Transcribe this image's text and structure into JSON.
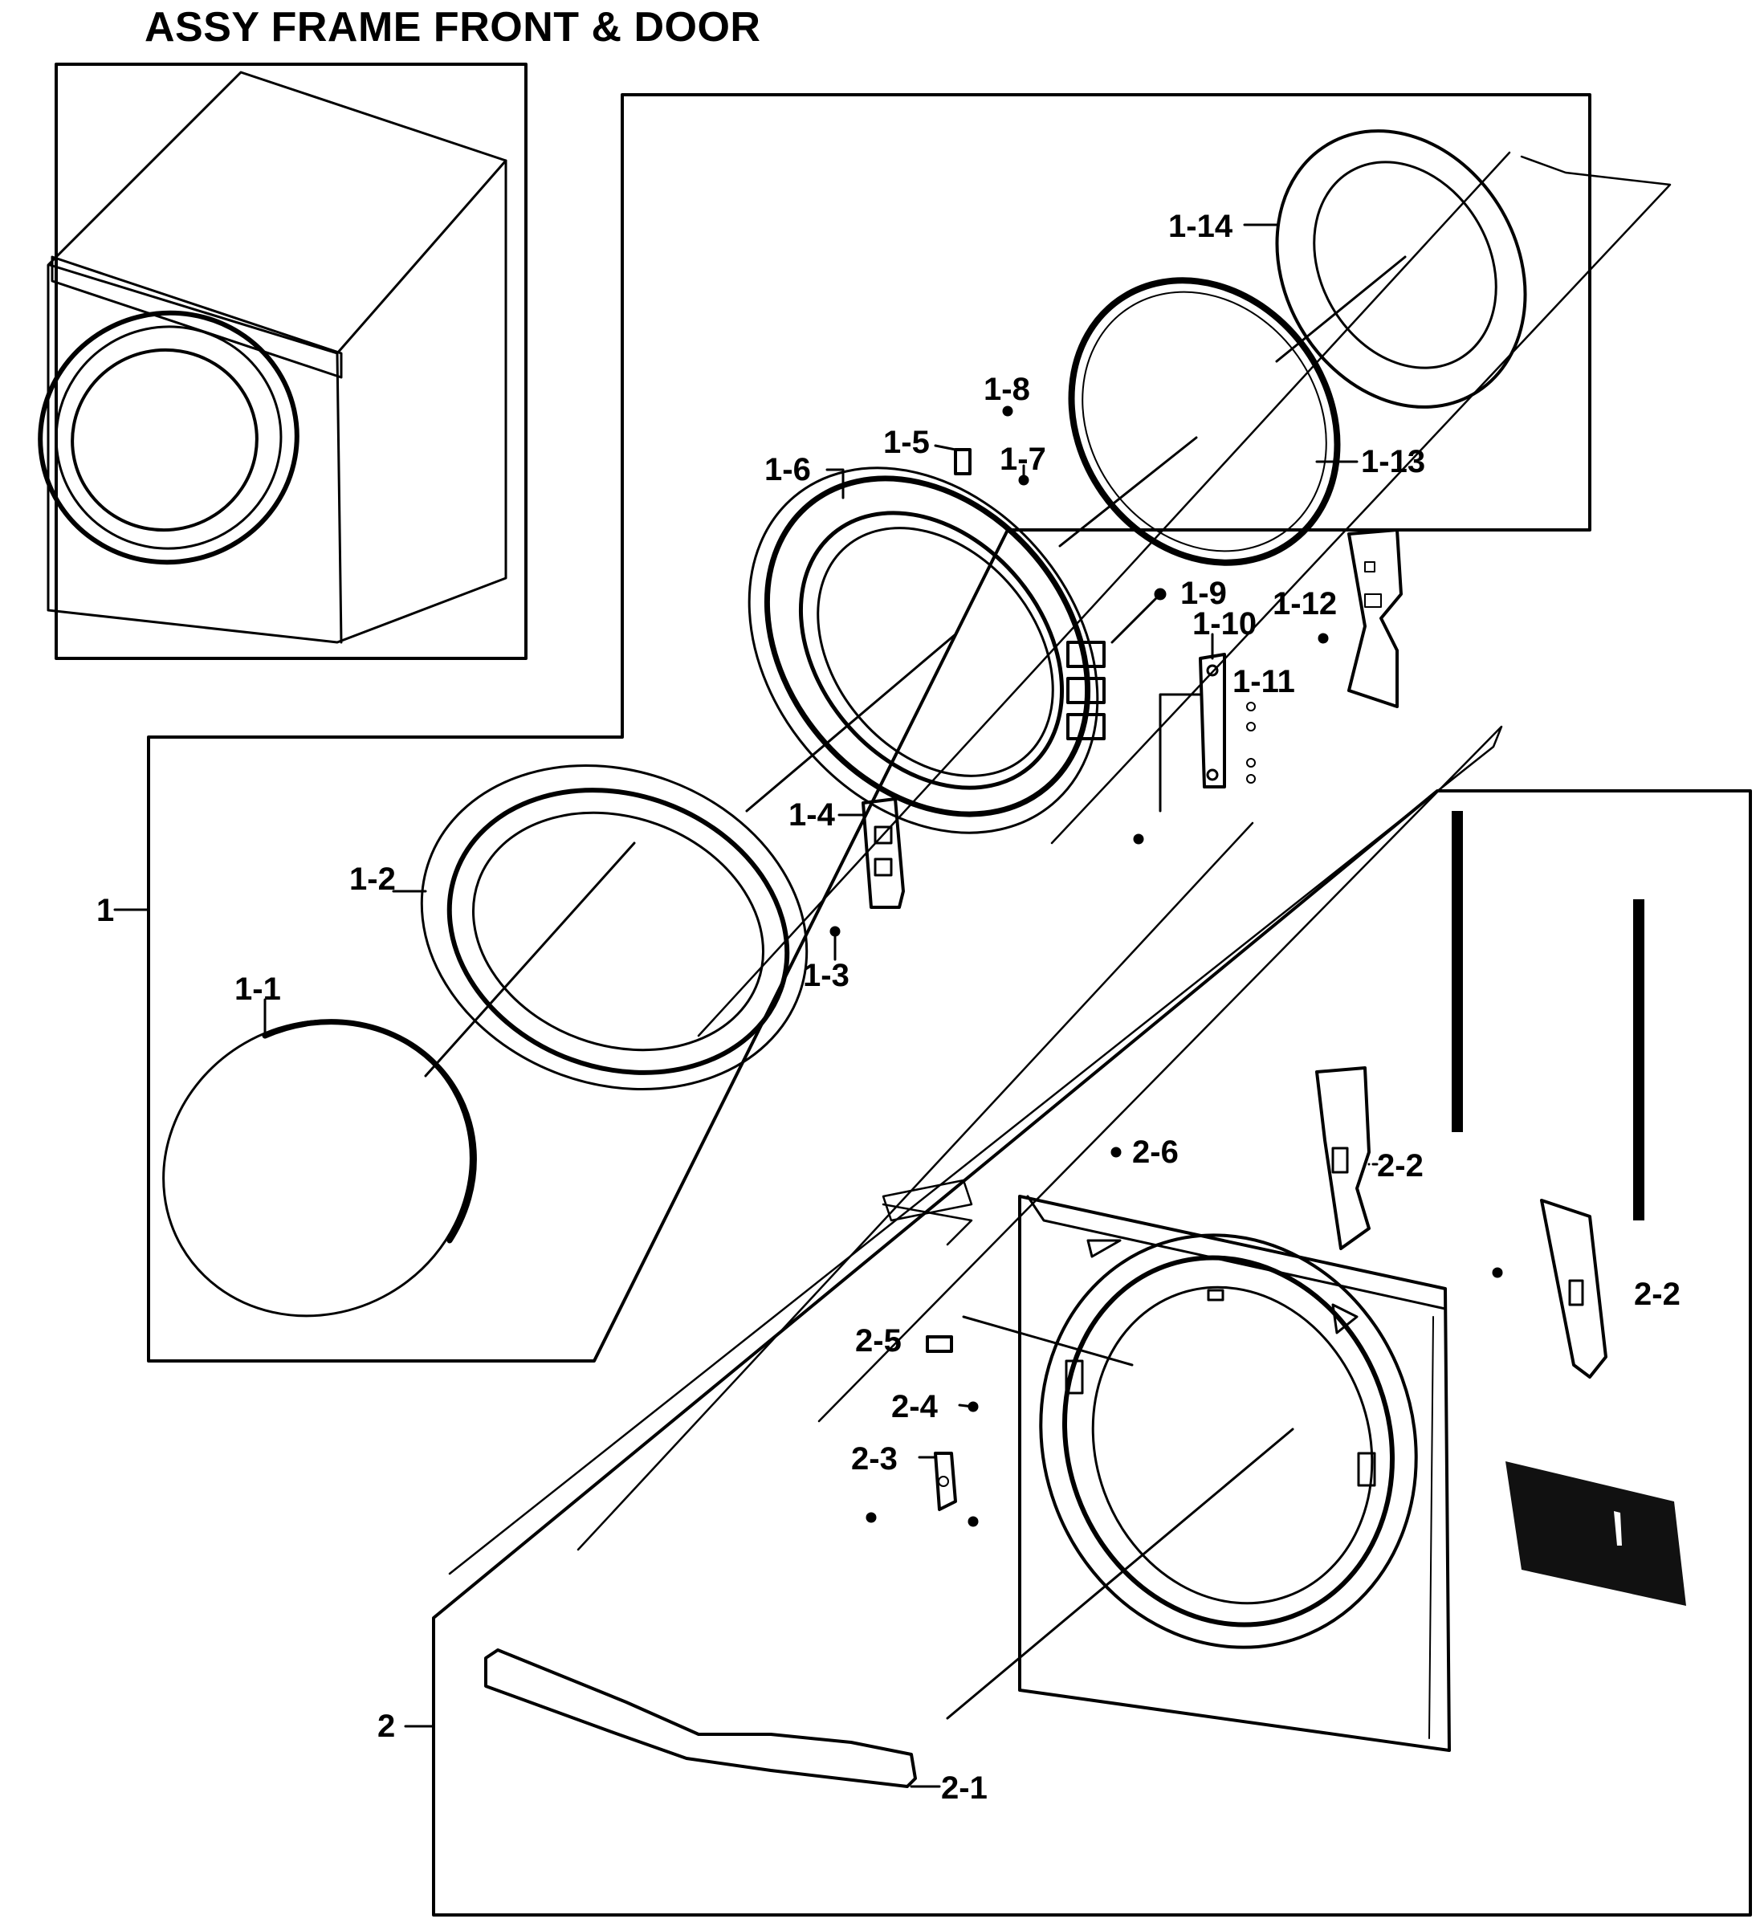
{
  "title": "ASSY FRAME FRONT & DOOR",
  "callouts": {
    "c1": "1",
    "c1_1": "1-1",
    "c1_2": "1-2",
    "c1_3": "1-3",
    "c1_4": "1-4",
    "c1_5": "1-5",
    "c1_6": "1-6",
    "c1_7": "1-7",
    "c1_8": "1-8",
    "c1_9": "1-9",
    "c1_10": "1-10",
    "c1_11": "1-11",
    "c1_12": "1-12",
    "c1_13": "1-13",
    "c1_14": "1-14",
    "c2": "2",
    "c2_1": "2-1",
    "c2_2a": "2-2",
    "c2_2b": "2-2",
    "c2_3": "2-3",
    "c2_4": "2-4",
    "c2_5": "2-5",
    "c2_6": "2-6"
  },
  "colors": {
    "ink": "#000000",
    "paper": "#ffffff"
  }
}
